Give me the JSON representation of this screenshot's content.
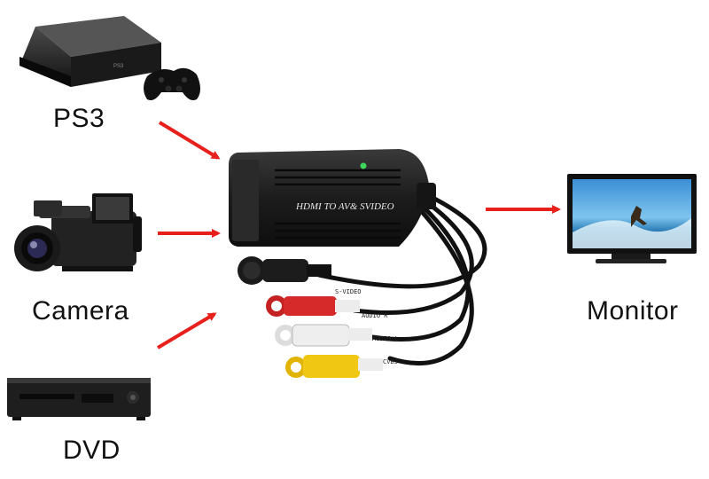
{
  "sources": [
    {
      "id": "ps3",
      "label": "PS3",
      "icon": "ps3-console-icon"
    },
    {
      "id": "camera",
      "label": "Camera",
      "icon": "camcorder-icon"
    },
    {
      "id": "dvd",
      "label": "DVD",
      "icon": "dvd-player-icon"
    }
  ],
  "converter": {
    "label": "HDMI TO AV& SVIDEO",
    "cable_labels": [
      "S-VIDEO",
      "AUDIO R",
      "AUDIO L",
      "CVBS"
    ],
    "connector_colors": {
      "svideo": "#1a1a1a",
      "audio_r": "#d62a2a",
      "audio_l": "#eeeeee",
      "cvbs": "#f0c814"
    }
  },
  "output": {
    "label": "Monitor",
    "icon": "monitor-icon"
  },
  "arrow_color": "#e8201c"
}
